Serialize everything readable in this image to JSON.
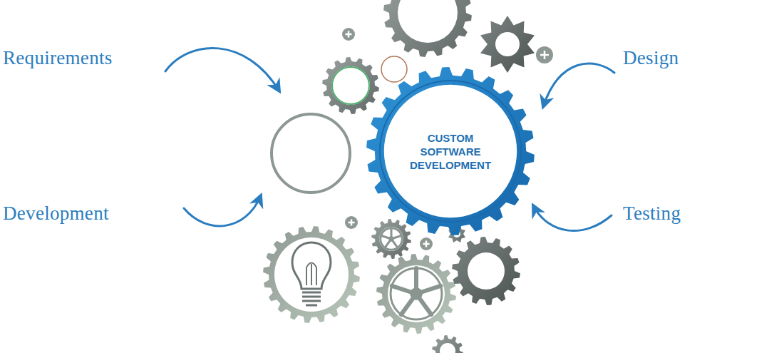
{
  "diagram": {
    "nodes": [
      {
        "text": [
          "CUSTOM SOFTWARE DEVELOPMENT"
        ]
      }
    ],
    "labels": [
      "Requirements",
      "Design",
      "Development",
      "Testing"
    ]
  }
}
